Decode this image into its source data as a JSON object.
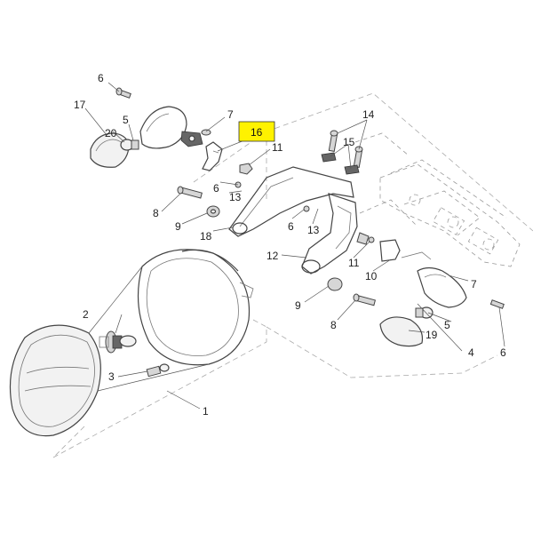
{
  "highlight": {
    "label": "16",
    "fill": "#fff200"
  },
  "labels": {
    "l6a": "6",
    "l17": "17",
    "l5a": "5",
    "l20": "20",
    "l7a": "7",
    "l16": "16",
    "l11a": "11",
    "l14": "14",
    "l15": "15",
    "l6b": "6",
    "l13a": "13",
    "l8a": "8",
    "l9a": "9",
    "l18": "18",
    "l6c": "6",
    "l13b": "13",
    "l12": "12",
    "l11b": "11",
    "l10": "10",
    "l7b": "7",
    "l2": "2",
    "l9b": "9",
    "l8b": "8",
    "l5b": "5",
    "l19": "19",
    "l4": "4",
    "l6d": "6",
    "l3": "3",
    "l1": "1"
  }
}
